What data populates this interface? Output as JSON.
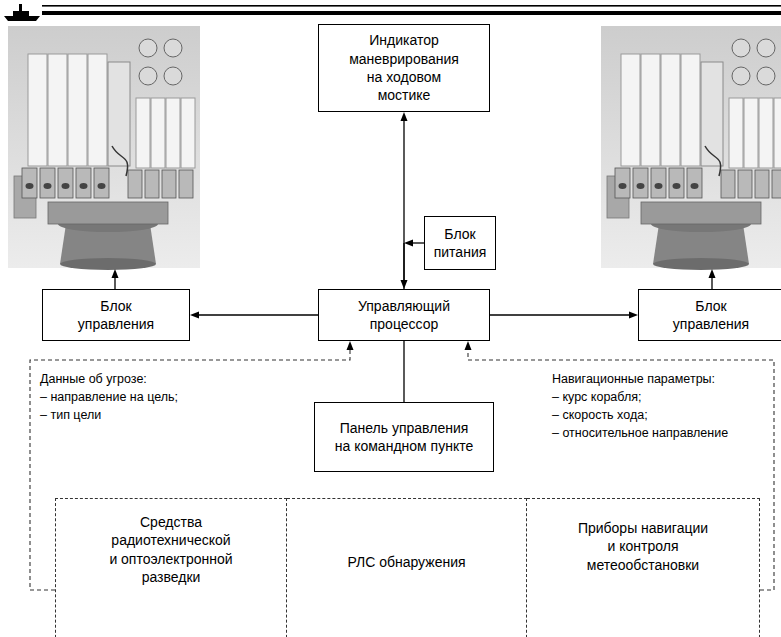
{
  "diagram": {
    "nodes": [
      {
        "text": [
          "Индикатор маневрирования на ходовом мостике"
        ]
      },
      {
        "text": [
          "Блок питания"
        ]
      },
      {
        "text": [
          "Блок управления"
        ]
      },
      {
        "text": [
          "Управляющий процессор"
        ]
      },
      {
        "text": [
          "Блок управления"
        ]
      },
      {
        "text": [
          "Панель управления на командном пункте"
        ]
      },
      {
        "text": [
          "Средства радиотехнической и оптоэлектронной разведки"
        ]
      },
      {
        "text": [
          "РЛС обнаружения"
        ]
      },
      {
        "text": [
          "Приборы навигации и контроля метеообстановки"
        ]
      }
    ],
    "edges": [
      {
        "from": 3,
        "to": 0,
        "arrow": "both"
      },
      {
        "from": 1,
        "to": 3,
        "arrow": "to"
      },
      {
        "from": 3,
        "to": 2,
        "arrow": "to"
      },
      {
        "from": 3,
        "to": 4,
        "arrow": "to"
      },
      {
        "from": 3,
        "to": 5,
        "arrow": "none"
      },
      {
        "from": 6,
        "to": 3,
        "arrow": "to"
      },
      {
        "from": 8,
        "to": 3,
        "arrow": "to"
      }
    ],
    "labels": [
      "Данные об угрозе:",
      "– направление на цель;",
      "– тип цели",
      "Навигационные параметры:",
      "– курс корабля;",
      "– скорость хода;",
      "– относительное направление"
    ]
  }
}
